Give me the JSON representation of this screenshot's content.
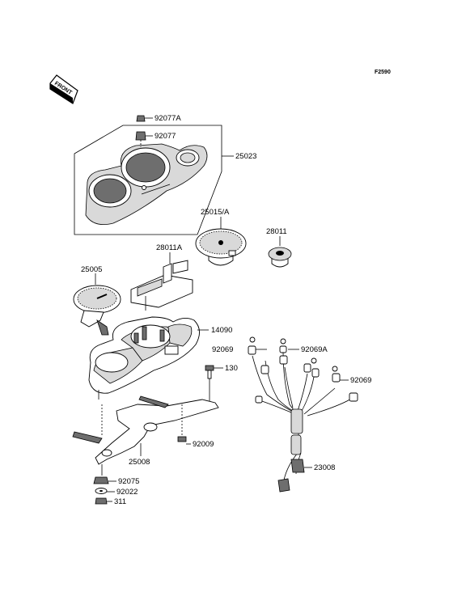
{
  "figure_code": "F2590",
  "front_badge": "FRONT",
  "parts": {
    "p92077A": "92077A",
    "p92077": "92077",
    "p25023": "25023",
    "p25015A": "25015/A",
    "p28011": "28011",
    "p28011A": "28011A",
    "p25005": "25005",
    "p14090": "14090",
    "p92069": "92069",
    "p92069A": "92069A",
    "p92069b": "92069",
    "p130": "130",
    "p25008": "25008",
    "p92009": "92009",
    "p23008": "23008",
    "p92075": "92075",
    "p92022": "92022",
    "p311": "311"
  }
}
